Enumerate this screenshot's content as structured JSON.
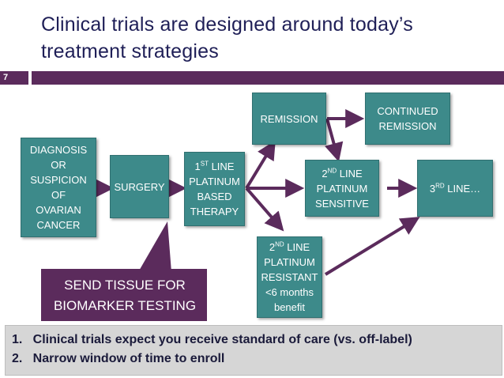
{
  "title": {
    "line1": "Clinical trials are designed around today’s",
    "line2": "treatment strategies"
  },
  "slide_number": "7",
  "flow": {
    "diagnosis": [
      "DIAGNOSIS",
      "OR",
      "SUSPICION",
      "OF",
      "OVARIAN",
      "CANCER"
    ],
    "surgery": "SURGERY",
    "first_line": {
      "prefix": "1",
      "sup": "ST",
      "suffix": " LINE",
      "rest": [
        "PLATINUM",
        "BASED",
        "THERAPY"
      ]
    },
    "remission": "REMISSION",
    "continued_remission": [
      "CONTINUED",
      "REMISSION"
    ],
    "second_sensitive": {
      "prefix": "2",
      "sup": "ND",
      "suffix": " LINE",
      "rest": [
        "PLATINUM",
        "SENSITIVE"
      ]
    },
    "third_line": {
      "prefix": "3",
      "sup": "RD",
      "suffix": " LINE…"
    },
    "second_resistant": {
      "prefix": "2",
      "sup": "ND",
      "suffix": " LINE",
      "rest": [
        "PLATINUM",
        "RESISTANT",
        "<6 months",
        "benefit"
      ]
    }
  },
  "callout": [
    "SEND TISSUE FOR",
    "BIOMARKER TESTING"
  ],
  "notes": [
    "1.   Clinical trials expect you receive standard of care (vs. off-label)",
    "2.   Narrow window of time to enroll"
  ],
  "colors": {
    "box": "#3d8a8a",
    "arrow": "#5b2b5c",
    "title": "#1f1f57",
    "bar": "#5b2b5c"
  }
}
